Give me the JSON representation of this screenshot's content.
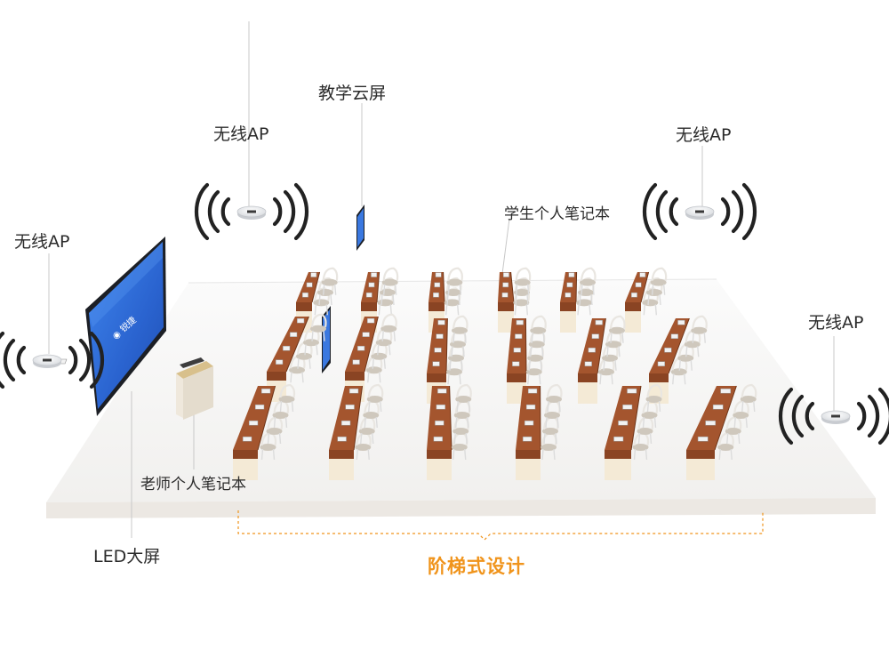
{
  "labels": {
    "ap_left": "无线AP",
    "ap_top_left": "无线AP",
    "ap_top_right": "无线AP",
    "ap_right": "无线AP",
    "cloud_screen": "教学云屏",
    "student_laptop": "学生个人笔记本",
    "teacher_laptop": "老师个人笔记本",
    "led_screen": "LED大屏",
    "tiered_design": "阶梯式设计"
  },
  "colors": {
    "accent": "#f0941c",
    "desk_top": "#a4552e",
    "screen_blue": "#2f6fd8",
    "wave": "#222222"
  },
  "icons": [
    "wifi-ap-icon",
    "wifi-wave-icon",
    "led-screen-icon",
    "cloud-screen-icon",
    "podium-icon",
    "desk-icon",
    "chair-icon"
  ]
}
